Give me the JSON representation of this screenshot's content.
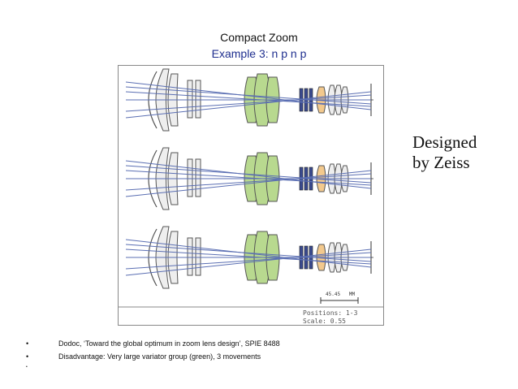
{
  "slide": {
    "title": "Compact Zoom",
    "subtitle": "Example 3: n p n p",
    "side_note_line1": "Designed",
    "side_note_line2": "by Zeiss",
    "bullets": [
      "Dodoc, ‘Toward the global optimum in zoom lens design’, SPIE 8488",
      "Disadvantage: Very large variator group (green), 3 movements"
    ],
    "bullet_symbol": "•"
  },
  "figure": {
    "scale_bar_label": "45.45   MM",
    "positions_label": "Positions: 1-3",
    "scale_label": "Scale: 0.55"
  },
  "colors": {
    "subtitle": "#1f2f8f",
    "variator_group": "#b8d98f",
    "compensator_group": "#f3c98d",
    "ray_lines": "#5b6fb3"
  }
}
